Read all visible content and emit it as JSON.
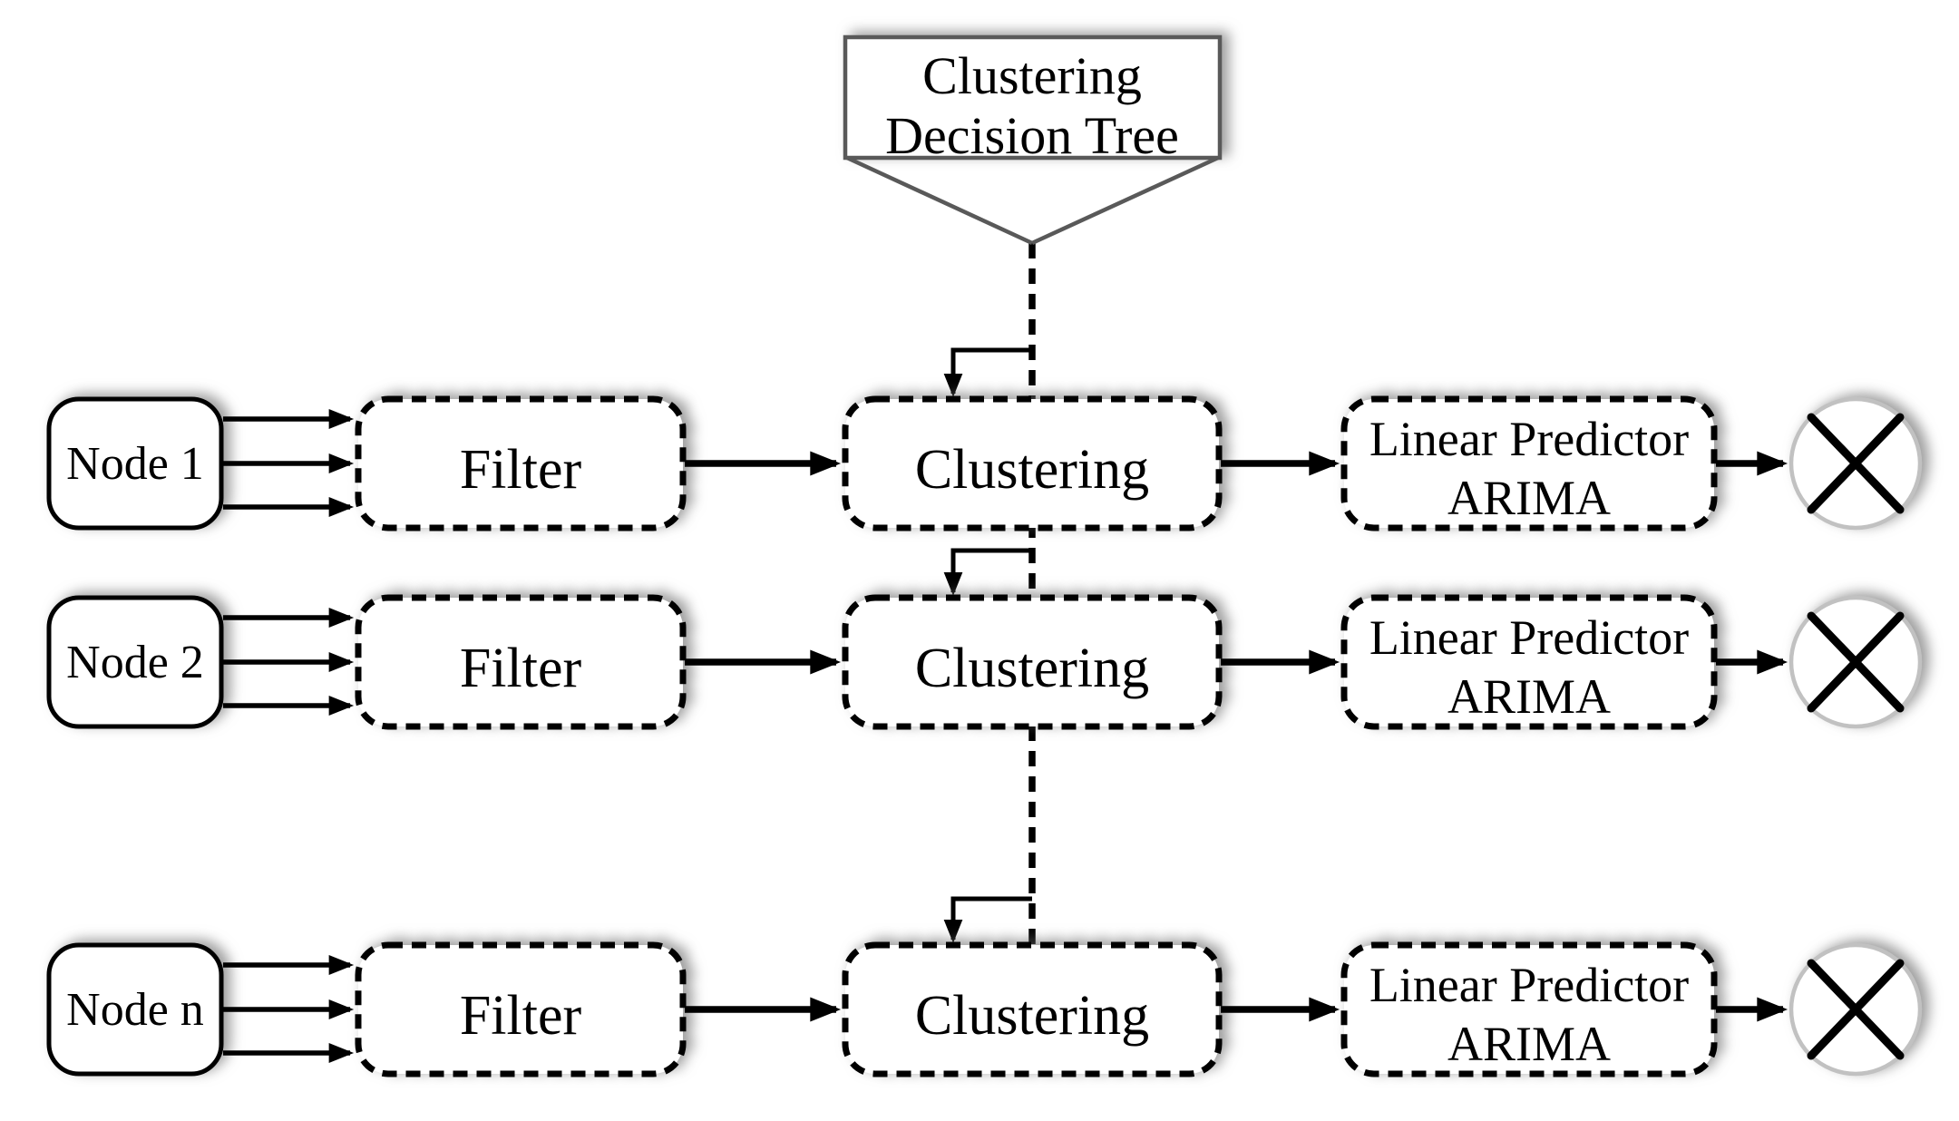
{
  "diagram": {
    "title_callout": {
      "line1": "Clustering",
      "line2": "Decision Tree"
    },
    "colors": {
      "ink": "#000000",
      "callout_border": "#595959",
      "circle_border": "#c1c1c1",
      "canvas": "#ffffff"
    },
    "rows": [
      {
        "node_label": "Node 1",
        "filter_label": "Filter",
        "clustering_label": "Clustering",
        "predictor_line1": "Linear Predictor",
        "predictor_line2": "ARIMA",
        "output_icon": "circle-x-multiplier"
      },
      {
        "node_label": "Node 2",
        "filter_label": "Filter",
        "clustering_label": "Clustering",
        "predictor_line1": "Linear Predictor",
        "predictor_line2": "ARIMA",
        "output_icon": "circle-x-multiplier"
      },
      {
        "node_label": "Node n",
        "filter_label": "Filter",
        "clustering_label": "Clustering",
        "predictor_line1": "Linear Predictor",
        "predictor_line2": "ARIMA",
        "output_icon": "circle-x-multiplier"
      }
    ]
  }
}
